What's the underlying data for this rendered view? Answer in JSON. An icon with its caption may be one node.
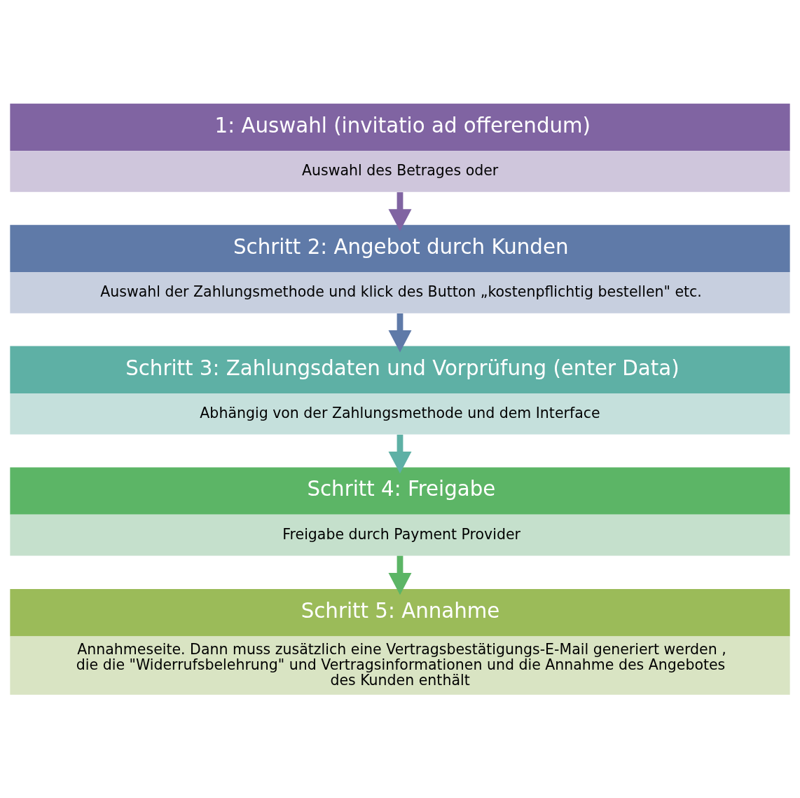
{
  "diagram": {
    "nodes": [
      {
        "text": [
          "1: Auswahl (invitatio ad offerendum)",
          "Auswahl des Betrages oder"
        ]
      },
      {
        "text": [
          "Schritt 2: Angebot durch Kunden",
          "Auswahl der Zahlungsmethode und klick des Button „kostenpflichtig bestellen\" etc."
        ]
      },
      {
        "text": [
          "Schritt 3: Zahlungsdaten und Vorprüfung (enter Data)",
          "Abhängig von der Zahlungsmethode und dem Interface"
        ]
      },
      {
        "text": [
          "Schritt 4: Freigabe",
          "Freigabe durch Payment Provider"
        ]
      },
      {
        "text": [
          "Schritt 5: Annahme",
          "Annahmeseite. Dann muss zusätzlich eine Vertragsbestätigungs-E-Mail generiert werden , die die \"Widerrufsbelehrung\" und Vertragsinformationen und die Annahme des Angebotes des Kunden enthält"
        ]
      }
    ],
    "edges": [
      {
        "from": 0,
        "to": 1,
        "arrow": "to"
      },
      {
        "from": 1,
        "to": 2,
        "arrow": "to"
      },
      {
        "from": 2,
        "to": 3,
        "arrow": "to"
      },
      {
        "from": 3,
        "to": 4,
        "arrow": "to"
      }
    ]
  }
}
